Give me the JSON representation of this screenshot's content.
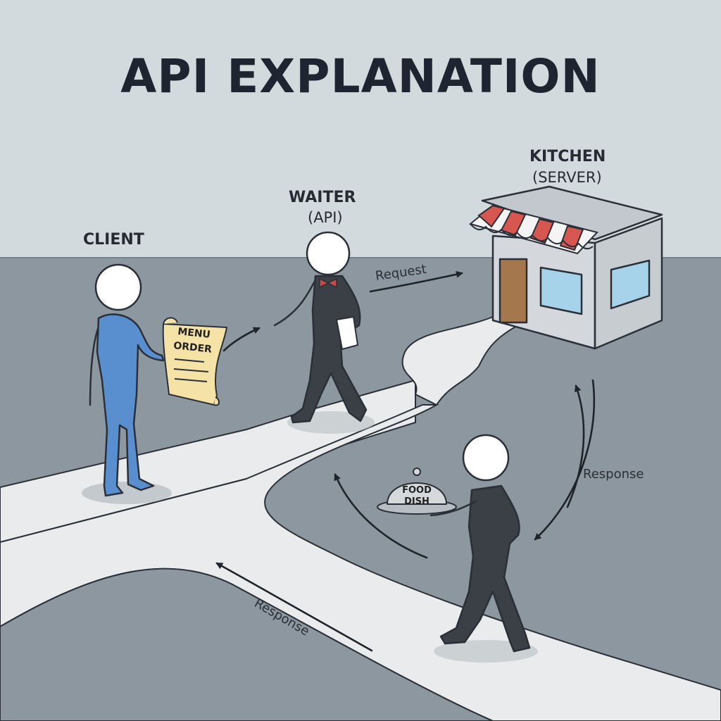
{
  "title": "API EXPLANATION",
  "roles": {
    "client": {
      "name": "CLIENT"
    },
    "waiter": {
      "name": "WAITER",
      "subtitle": "(API)"
    },
    "kitchen": {
      "name": "KITCHEN",
      "subtitle": "(SERVER)"
    }
  },
  "props": {
    "menu_line1": "MENU",
    "menu_line2": "ORDER",
    "dish_line1": "FOOD",
    "dish_line2": "DISH"
  },
  "flows": {
    "request": "Request",
    "response_kitchen": "Response",
    "response_client": "Response"
  },
  "colors": {
    "background_top": "#d3dadd",
    "ground": "#8c979f",
    "path": "#e9ebec",
    "client_figure": "#5a8fcf",
    "waiter_figure": "#3b3f46",
    "bow_tie": "#c74a4a",
    "awning_red": "#d6574f",
    "door": "#a5774c",
    "window": "#a7d3ea",
    "scroll": "#f5e2a6"
  },
  "icons": [
    "scroll-icon",
    "cloche-icon",
    "bow-tie-icon",
    "towel-icon",
    "awning-icon",
    "arrow-icon"
  ]
}
